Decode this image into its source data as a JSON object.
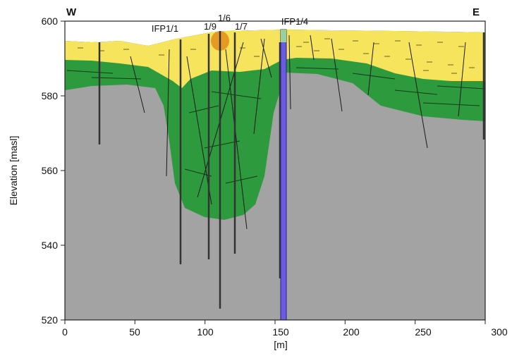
{
  "figure": {
    "orientation_left": "W",
    "orientation_right": "E",
    "ylabel": "Elevation [masl]",
    "xlabel": "[m]",
    "x_ticks": [
      "0",
      "50",
      "100",
      "150",
      "200",
      "250",
      "300"
    ],
    "y_ticks": [
      "520",
      "540",
      "560",
      "580",
      "600"
    ],
    "well_labels": [
      "IFP1/1",
      "1/9",
      "1/6",
      "1/7",
      "IFP1/4"
    ],
    "colors": {
      "bedrock": "#a3a3a3",
      "green_layer": "#2e9a3e",
      "yellow_layer": "#f6e45c",
      "orange_lens": "#e59b23",
      "borehole_highlight": "#6a5be0",
      "lines": "#1a1a1a"
    },
    "x_range": [
      0,
      300
    ],
    "y_range": [
      520,
      600
    ]
  }
}
